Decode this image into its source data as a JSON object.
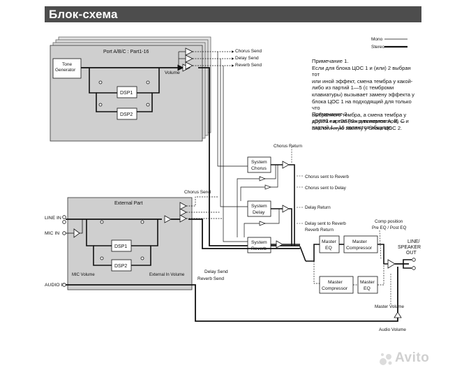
{
  "header": {
    "title": "Блок-схема"
  },
  "legend": {
    "mono": "Mono",
    "stereo": "Stereo"
  },
  "notes": {
    "note1": {
      "title": "Примечание 1.",
      "lines": [
        "Если для блока ЦОС 1 и (или) 2 выбран тот",
        "или иной эффект, смена тембра у какой-",
        "либо из партий 1—5 (с темброми",
        "клавиатуры) вызывает замену эффекта у",
        "блока ЦОС 1 на подходящий для только что",
        "выбранного тембра, а смена тембра у",
        "другой партии (аккомпанементной) —",
        "аналогичную замену у блока ЦОС 2."
      ]
    },
    "note2": {
      "title": "Примечание 2.",
      "lines": [
        "«DSP1» и «DSP2» для портов A, B, C и",
        "партий 1—16 являются общими."
      ]
    }
  },
  "port_block": {
    "title": "Port A/B/C : Part1-16",
    "tone_generator": [
      "Tone",
      "Generator"
    ],
    "dsp1": "DSP1",
    "dsp2": "DSP2",
    "volume": "Volume",
    "sends": [
      "Chorus Send",
      "Delay Send",
      "Reverb Send"
    ]
  },
  "system_effects": {
    "chorus": [
      "System",
      "Chorus"
    ],
    "delay": [
      "System",
      "Delay"
    ],
    "reverb": [
      "System",
      "Reverb"
    ],
    "chorus_return": "Chorus Return",
    "chorus_to_reverb": "Chorus sent to Reverb",
    "chorus_to_delay": "Chorus sent to Delay",
    "delay_return": "Delay Return",
    "delay_to_reverb": "Delay sent to Reverb",
    "reverb_return": "Reverb Return"
  },
  "external_part": {
    "title": "External Part",
    "line_in": "LINE IN",
    "mic_in": "MIC IN",
    "audio_in": "AUDIO IN",
    "dsp1": "DSP1",
    "dsp2": "DSP2",
    "mic_volume": "MIC Volume",
    "external_in_volume": "External In Volume",
    "chorus_send": "Chorus Send",
    "delay_send": "Delay Send",
    "reverb_send": "Reverb Send"
  },
  "master": {
    "eq": [
      "Master",
      "EQ"
    ],
    "compressor": [
      "Master",
      "Compressor"
    ],
    "comp_position": [
      "Comp position",
      "Pre EQ / Post EQ"
    ],
    "master_volume": "Master Volume",
    "audio_volume": "Audio Volume",
    "output": [
      "LINE/",
      "SPEAKER",
      "OUT"
    ]
  },
  "watermark": {
    "text": "Avito"
  }
}
